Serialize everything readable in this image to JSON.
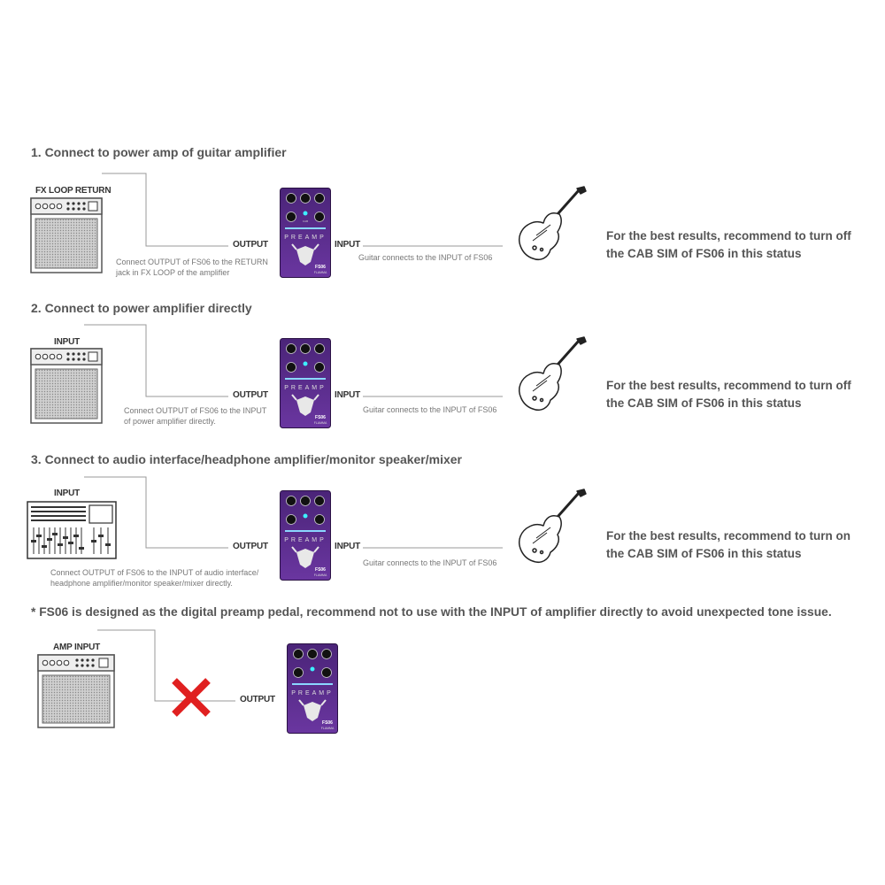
{
  "sections": [
    {
      "heading": "1. Connect to power amp of guitar amplifier",
      "device_label": "FX LOOP RETURN",
      "output_label": "OUTPUT",
      "input_label": "INPUT",
      "output_caption": [
        "Connect OUTPUT of FS06 to the RETURN",
        "jack in FX LOOP of the amplifier"
      ],
      "input_caption": "Guitar connects to the INPUT of FS06",
      "recommendation": [
        "For the best results, recommend to turn off",
        "the CAB SIM of FS06 in this status"
      ]
    },
    {
      "heading": "2. Connect to power amplifier directly",
      "device_label": "INPUT",
      "output_label": "OUTPUT",
      "input_label": "INPUT",
      "output_caption": [
        "Connect OUTPUT of FS06 to the INPUT",
        "of power amplifier directly."
      ],
      "input_caption": "Guitar connects to the INPUT of FS06",
      "recommendation": [
        "For the best results, recommend to turn off",
        "the CAB SIM of FS06 in this status"
      ]
    },
    {
      "heading": "3. Connect to audio interface/headphone amplifier/monitor speaker/mixer",
      "device_label": "INPUT",
      "output_label": "OUTPUT",
      "input_label": "INPUT",
      "output_caption": [
        "Connect OUTPUT of FS06 to the INPUT of audio interface/",
        "headphone amplifier/monitor speaker/mixer directly."
      ],
      "input_caption": "Guitar connects to the INPUT of FS06",
      "recommendation": [
        "For the best results, recommend to turn on",
        "the CAB SIM of FS06 in this status"
      ]
    }
  ],
  "warning": {
    "note": "* FS06 is designed as the digital preamp pedal, recommend not to use with the INPUT of amplifier directly to avoid unexpected tone issue.",
    "device_label": "AMP INPUT",
    "output_label": "OUTPUT"
  },
  "pedal": {
    "model": "FS06",
    "brand": "FLAMMA",
    "name": "PREAMP"
  },
  "colors": {
    "pedal_purple": "#5b2e8a",
    "pedal_dark": "#3a1a5c",
    "cross_red": "#e02020",
    "text_gray": "#555555",
    "line_gray": "#999999"
  },
  "icons": [
    "amplifier-icon",
    "mixer-icon",
    "guitar-icon",
    "pedal-icon",
    "cross-icon"
  ]
}
